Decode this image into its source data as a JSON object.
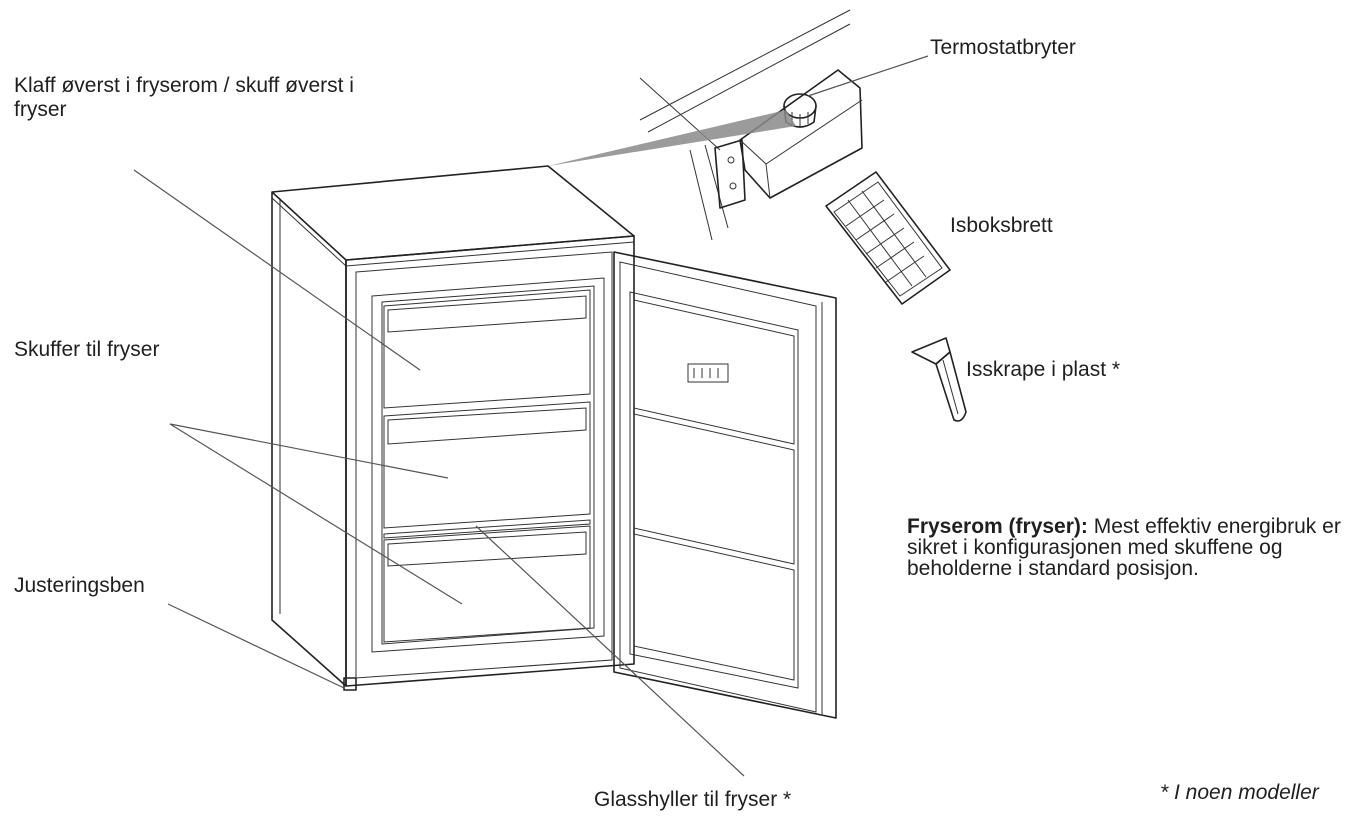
{
  "labels": {
    "top_flap": "Klaff øverst i fryserom / skuff øverst i fryser",
    "drawers": "Skuffer til fryser",
    "feet": "Justeringsben",
    "glass_shelves": "Glasshyller til fryser *",
    "thermostat": "Termostatbryter",
    "ice_tray": "Isboksbrett",
    "ice_scraper": "Isskrape i plast *"
  },
  "note": {
    "heading": "Fryserom (fryser):",
    "body": "Mest effektiv energibruk er sikret i konfigurasjonen med skuffene og beholderne i standard posisjon."
  },
  "footnote": "* I noen modeller"
}
